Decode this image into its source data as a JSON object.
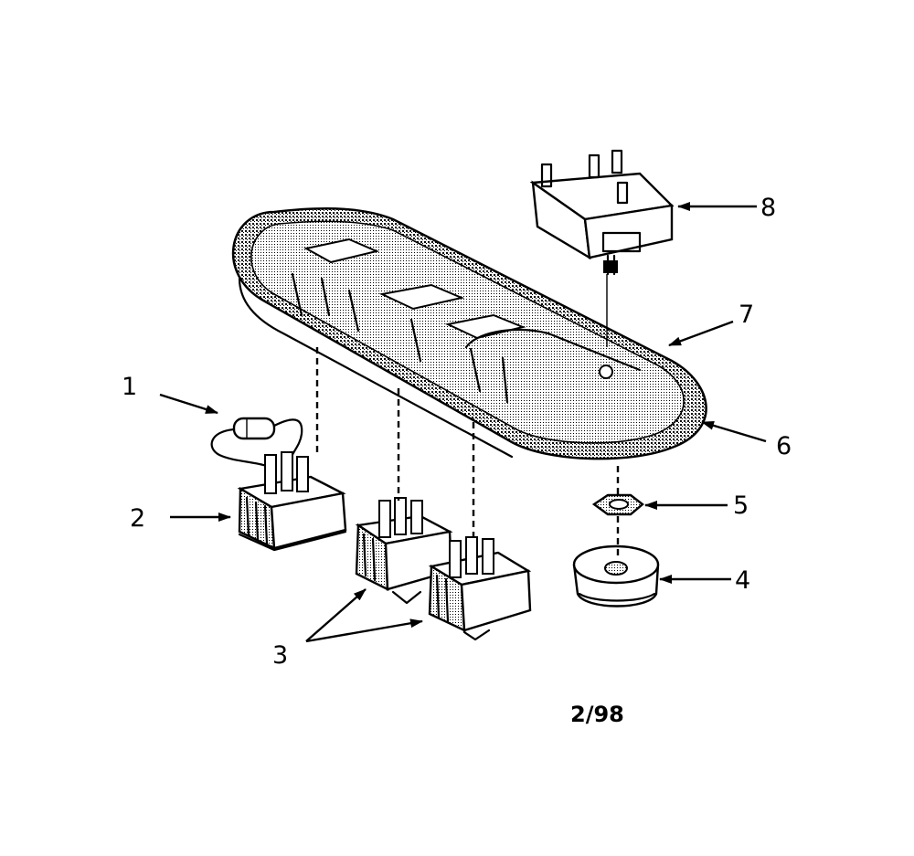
{
  "callouts": {
    "c1": "1",
    "c2": "2",
    "c3": "3",
    "c4": "4",
    "c5": "5",
    "c6": "6",
    "c7": "7",
    "c8": "8"
  },
  "date_code": "2/98"
}
